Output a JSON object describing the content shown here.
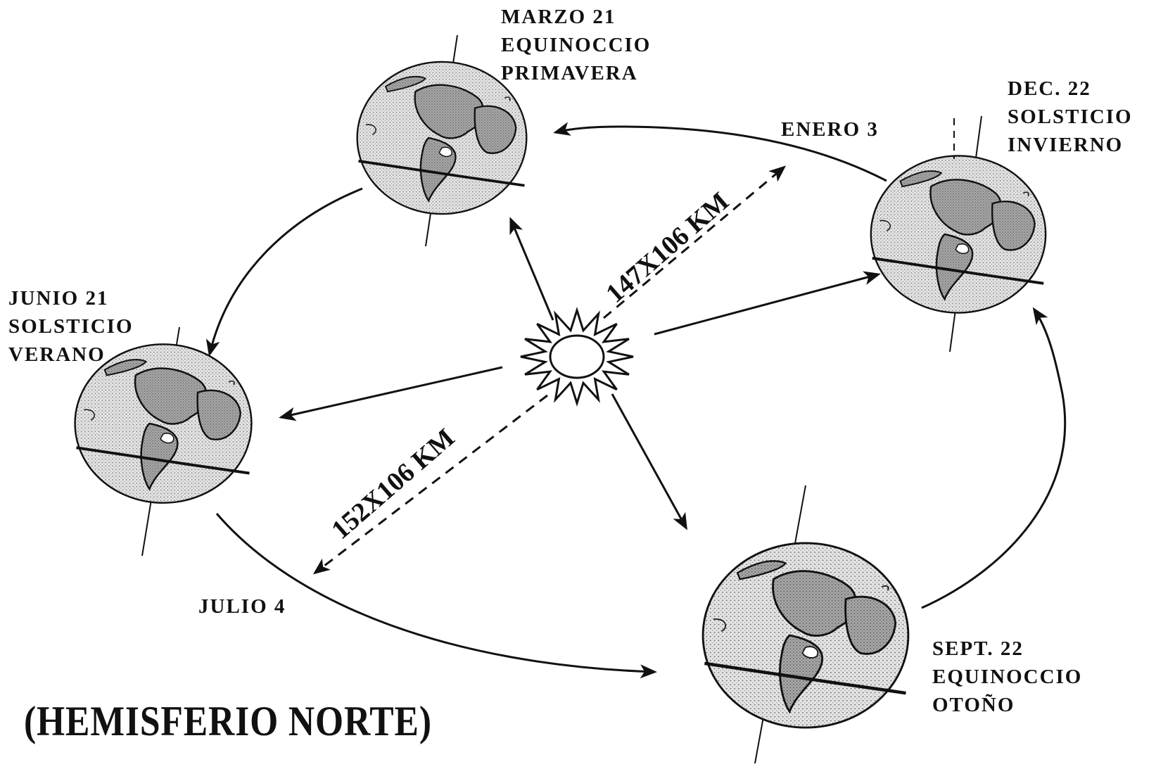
{
  "title": "(HEMISFERIO NORTE)",
  "globes": [
    {
      "id": "march",
      "lines": [
        "MARZO 21",
        "EQUINOCCIO",
        "PRIMAVERA"
      ]
    },
    {
      "id": "december",
      "lines": [
        "DEC. 22",
        "SOLSTICIO",
        "INVIERNO"
      ]
    },
    {
      "id": "june",
      "lines": [
        "JUNIO 21",
        "SOLSTICIO",
        "VERANO"
      ]
    },
    {
      "id": "september",
      "lines": [
        "SEPT. 22",
        "EQUINOCCIO",
        "OTOÑO"
      ]
    }
  ],
  "orbit_points": {
    "perihelion": "ENERO 3",
    "aphelion": "JULIO 4"
  },
  "distances": {
    "perihelion": "147X106 KM",
    "aphelion": "152X106 KM"
  },
  "colors": {
    "ink": "#111111",
    "globe_fill": "#d9d9d9",
    "land_fill": "#9a9a9a"
  }
}
